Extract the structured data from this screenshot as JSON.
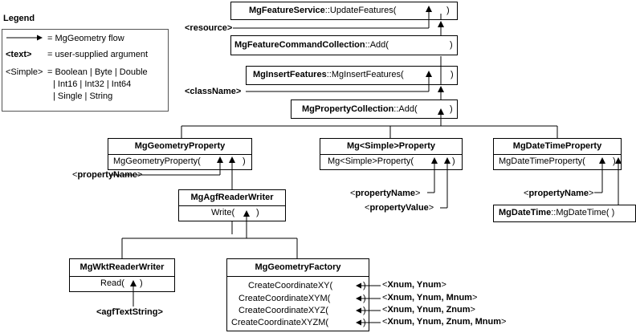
{
  "legend": {
    "title": "Legend",
    "arrow_desc": "= MgGeometry flow",
    "text_symbol": "<text>",
    "text_desc": "= user-supplied argument",
    "simple_symbol": "<Simple>",
    "simple_line1": "= Boolean | Byte | Double",
    "simple_line2": "| Int16 | Int32 | Int64",
    "simple_line3": "| Single | String"
  },
  "feature_service": {
    "name": "MgFeatureService",
    "call": "::UpdateFeatures("
  },
  "command_collection": {
    "name": "MgFeatureCommandCollection",
    "call": "::Add("
  },
  "insert_features": {
    "name": "MgInsertFeatures",
    "call": "::MgInsertFeatures("
  },
  "property_collection": {
    "name": "MgPropertyCollection",
    "call": "::Add("
  },
  "geometry_property": {
    "title": "MgGeometryProperty",
    "ctor": "MgGeometryProperty("
  },
  "simple_property": {
    "title": "Mg<Simple>Property",
    "ctor": "Mg<Simple>Property("
  },
  "datetime_property": {
    "title": "MgDateTimeProperty",
    "ctor": "MgDateTimeProperty("
  },
  "datetime": {
    "name": "MgDateTime",
    "call": "::MgDateTime( )"
  },
  "agf_reader_writer": {
    "title": "MgAgfReaderWriter",
    "method": "Write("
  },
  "wkt_reader_writer": {
    "title": "MgWktReaderWriter",
    "method": "Read("
  },
  "geometry_factory": {
    "title": "MgGeometryFactory",
    "methods": [
      "CreateCoordinateXY(",
      "CreateCoordinateXYM(",
      "CreateCoordinateXYZ(",
      "CreateCoordinateXYZM("
    ]
  },
  "args": {
    "resource": "<resource>",
    "class_name": "<className>",
    "geom_property_name": "<propertyName>",
    "simple_property_name": "<propertyName>",
    "simple_property_value": "<propertyValue>",
    "datetime_property_name": "<propertyName>",
    "agf_text_string": "<agfTextString>",
    "xy": "<Xnum, Ynum>",
    "xym": "<Xnum, Ynum, Mnum>",
    "xyz": "<Xnum, Ynum, Znum>",
    "xyzm": "<Xnum, Ynum, Znum, Mnum>"
  },
  "close_paren": ")"
}
